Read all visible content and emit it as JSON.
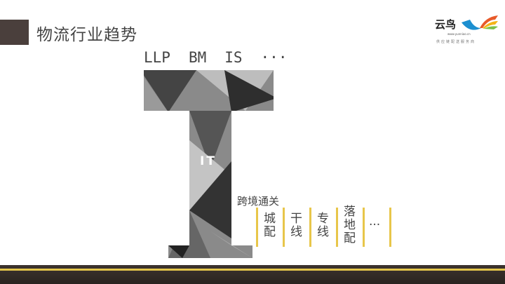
{
  "header": {
    "title": "物流行业趋势"
  },
  "logo": {
    "name": "云鸟",
    "url": "www.yunniao.cn",
    "tagline": "供应链配送服务商"
  },
  "top_labels": [
    "LLP",
    "BM",
    "IS",
    "···"
  ],
  "t_label": "IT",
  "columns": [
    "跨境通关",
    "城配",
    "干线",
    "专线",
    "落地配",
    "···"
  ],
  "colors": {
    "accent": "#e3c54a",
    "dark": "#4a3f3c"
  }
}
